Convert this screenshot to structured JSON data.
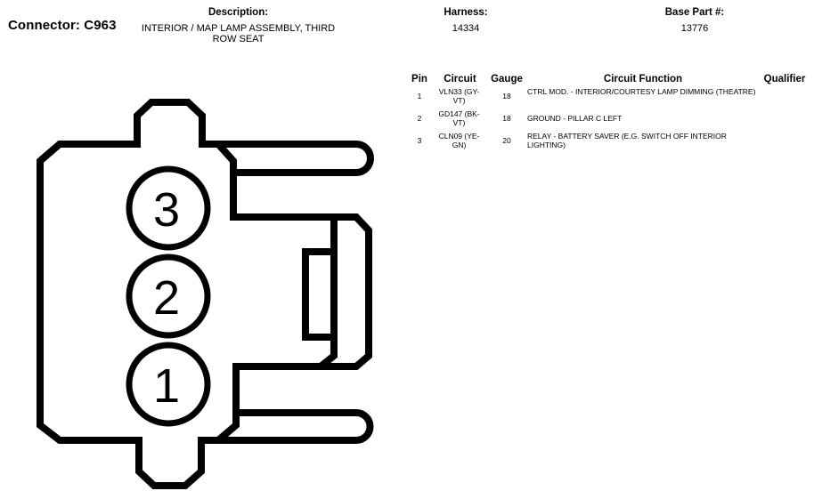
{
  "connector": {
    "label": "Connector: C963"
  },
  "header": {
    "description_label": "Description:",
    "description_value": "INTERIOR / MAP LAMP ASSEMBLY, THIRD ROW SEAT",
    "harness_label": "Harness:",
    "harness_value": "14334",
    "base_part_label": "Base Part #:",
    "base_part_value": "13776"
  },
  "table": {
    "columns": [
      "Pin",
      "Circuit",
      "Gauge",
      "Circuit Function",
      "Qualifier"
    ],
    "rows": [
      {
        "pin": "1",
        "circuit": "VLN33 (GY-VT)",
        "gauge": "18",
        "function": "CTRL MOD. - INTERIOR/COURTESY LAMP DIMMING (THEATRE)",
        "qualifier": ""
      },
      {
        "pin": "2",
        "circuit": "GD147 (BK-VT)",
        "gauge": "18",
        "function": "GROUND - PILLAR C LEFT",
        "qualifier": ""
      },
      {
        "pin": "3",
        "circuit": "CLN09 (YE-GN)",
        "gauge": "20",
        "function": "RELAY - BATTERY SAVER (E.G. SWITCH OFF INTERIOR LIGHTING)",
        "qualifier": ""
      }
    ]
  },
  "diagram": {
    "pin_labels": [
      "3",
      "2",
      "1"
    ]
  }
}
